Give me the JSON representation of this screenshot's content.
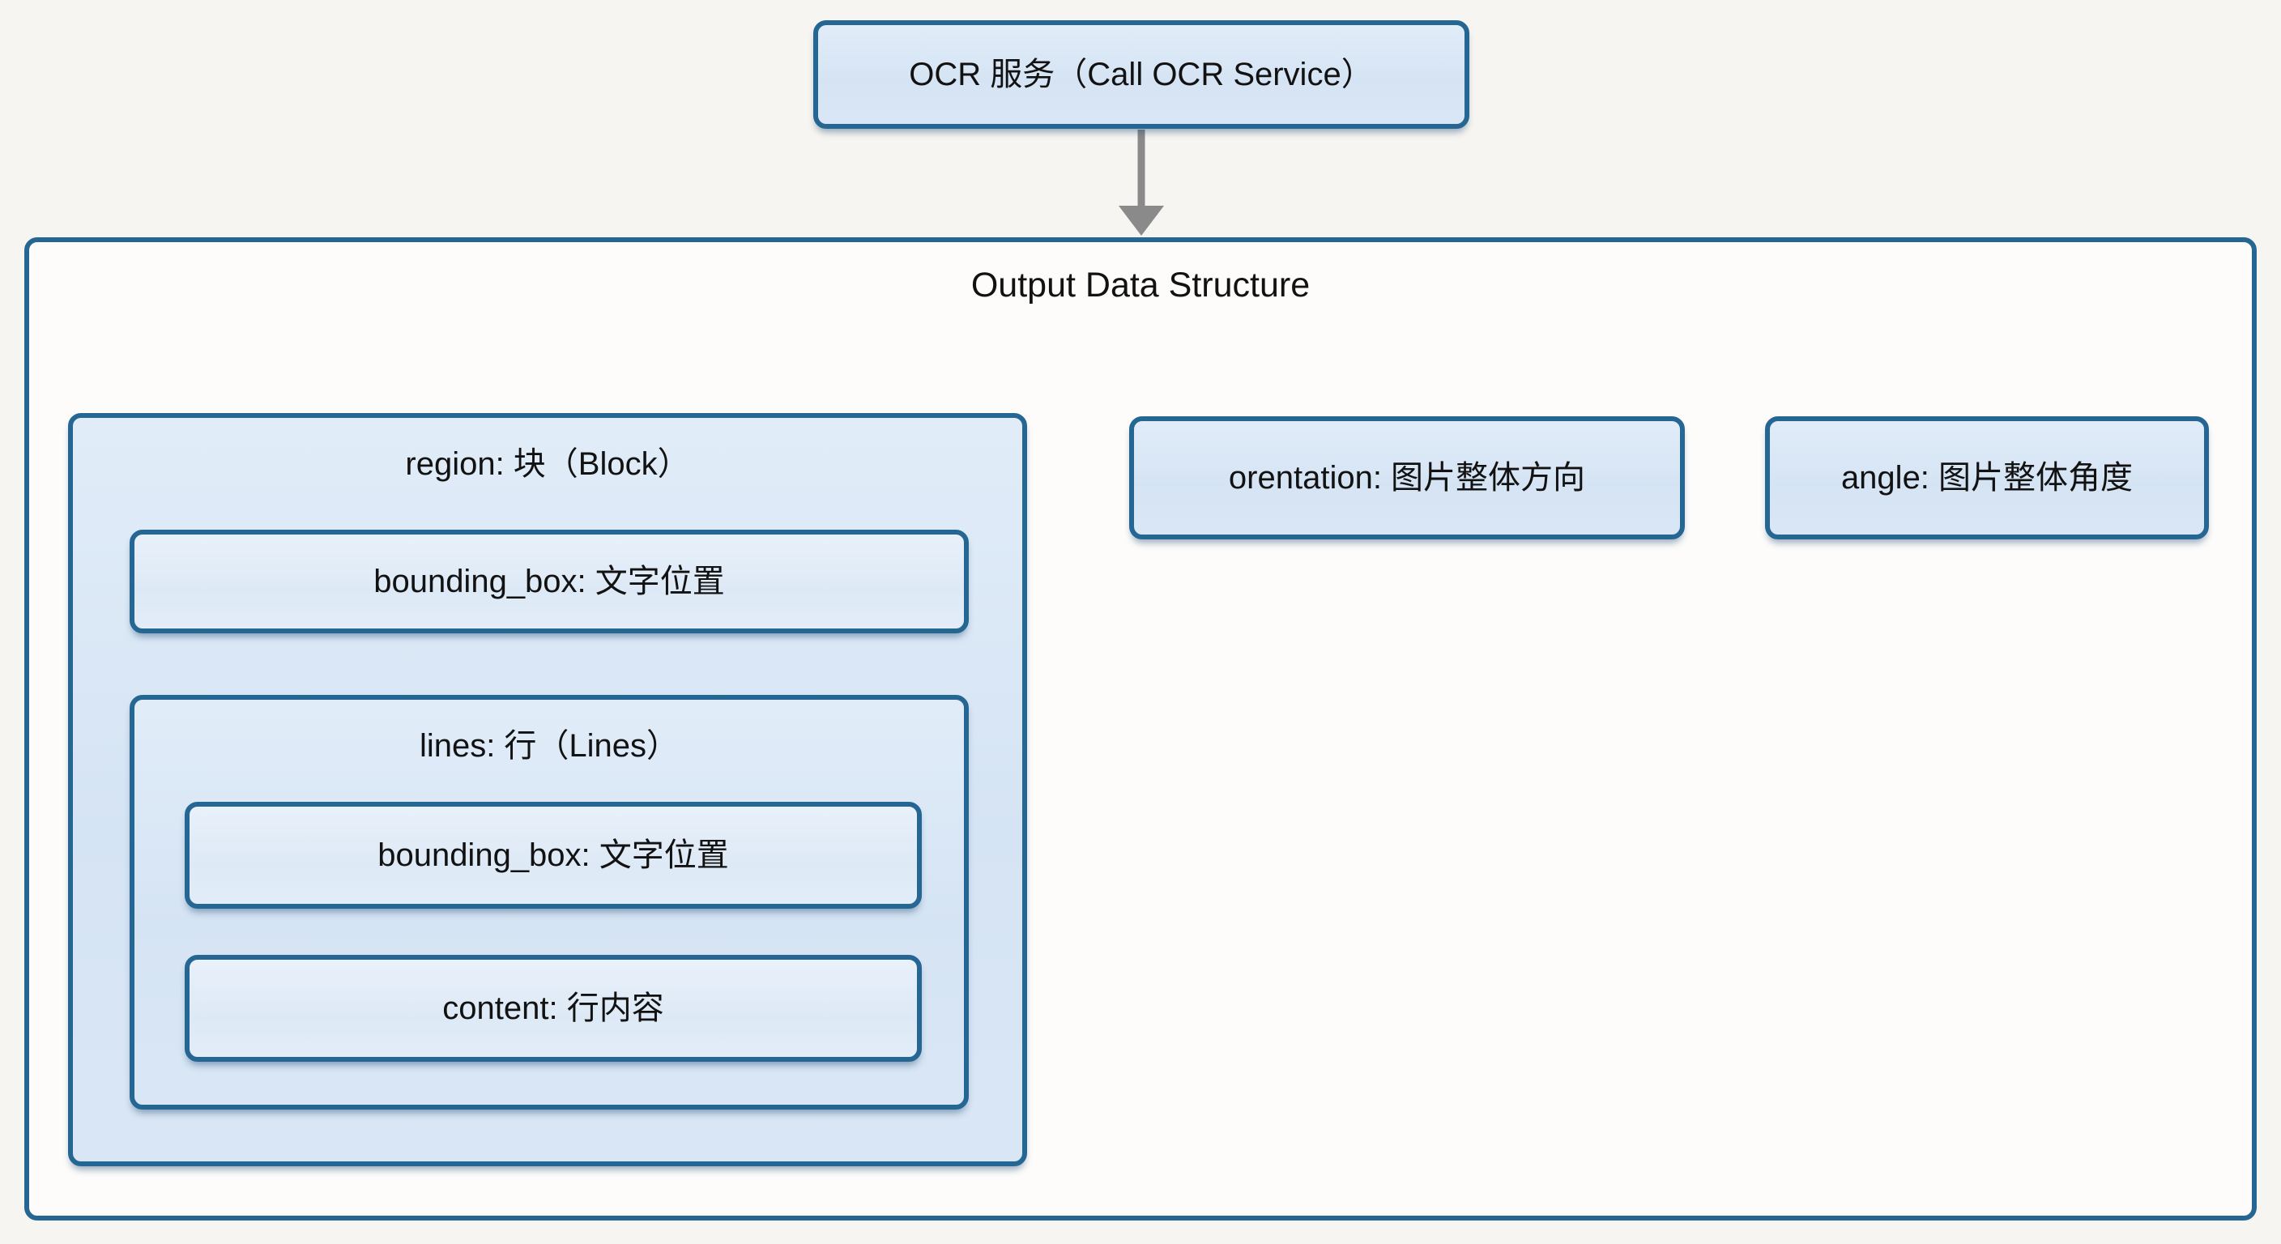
{
  "diagram": {
    "root_node": {
      "label": "OCR 服务（Call OCR Service）"
    },
    "container": {
      "title": "Output Data Structure"
    },
    "nodes": {
      "region": {
        "key": "region",
        "rest": ": 块（Block）"
      },
      "region_bounding_box": {
        "label": "bounding_box: 文字位置"
      },
      "lines": {
        "key": "lines",
        "rest": ": 行（Lines）"
      },
      "lines_bounding_box": {
        "label": "bounding_box: 文字位置"
      },
      "content": {
        "label": "content: 行内容"
      },
      "orientation": {
        "label": "orentation: 图片整体方向"
      },
      "angle": {
        "label": "angle: 图片整体角度"
      }
    },
    "colors": {
      "box_fill": "#d5e4f4",
      "box_fill_light": "#e0ebf7",
      "box_border": "#266693",
      "container_fill": "#fdfcfb",
      "connector": "#8a8a8a",
      "background": "#f7f5f2",
      "text": "#121212"
    }
  }
}
